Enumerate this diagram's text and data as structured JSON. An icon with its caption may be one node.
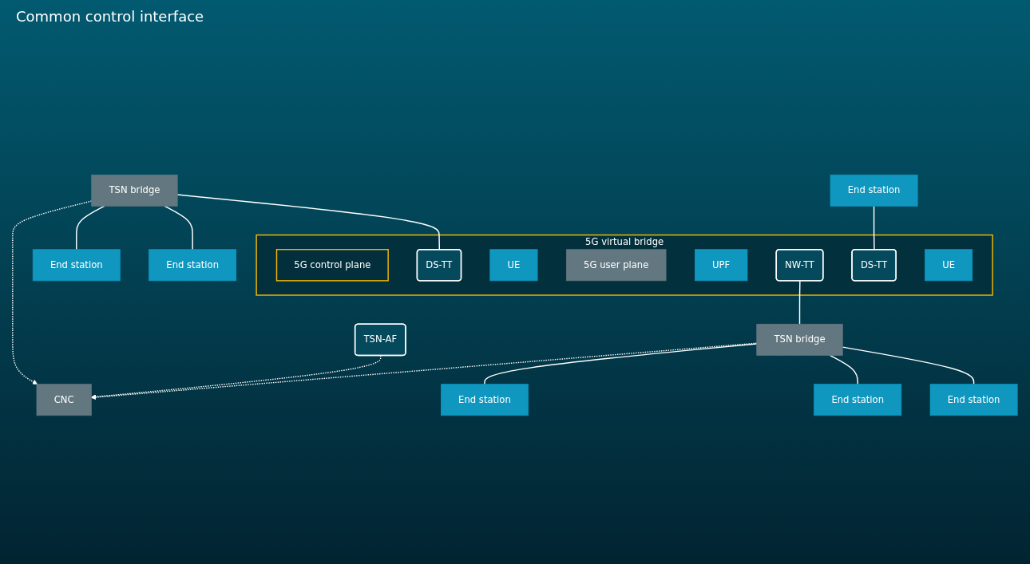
{
  "diagram": {
    "nodes": [
      {
        "text": [
          "CNC"
        ]
      },
      {
        "text": [
          "TSN-AF"
        ]
      },
      {
        "text": [
          "5G virtual bridge"
        ]
      },
      {
        "text": [
          "5G control plane"
        ],
        "in": 2
      },
      {
        "text": [
          "TSN bridge"
        ]
      },
      {
        "text": [
          "DS-TT"
        ],
        "in": 2
      },
      {
        "text": [
          "UE"
        ],
        "in": 2
      },
      {
        "text": [
          "5G user plane"
        ],
        "in": 2
      },
      {
        "text": [
          "UPF"
        ],
        "in": 2
      },
      {
        "text": [
          "NW-TT"
        ],
        "in": 2
      },
      {
        "text": [
          "TSN bridge"
        ]
      },
      {
        "text": [
          "End station"
        ]
      },
      {
        "text": [
          "End station"
        ]
      },
      {
        "text": [
          "DS-TT"
        ],
        "in": 2
      },
      {
        "text": [
          "UE"
        ],
        "in": 2
      },
      {
        "text": [
          "End station"
        ]
      },
      {
        "text": [
          "End station"
        ]
      },
      {
        "text": [
          "End station"
        ]
      },
      {
        "text": [
          "End station"
        ]
      }
    ],
    "edges": [
      {
        "from": 4,
        "to": 0,
        "arrow": "to",
        "style": "dashed"
      },
      {
        "from": 1,
        "to": 0,
        "arrow": "to",
        "style": "dashed"
      },
      {
        "from": 10,
        "to": 0,
        "arrow": "to",
        "style": "dashed"
      },
      {
        "from": 4,
        "to": 5,
        "arrow": "none"
      },
      {
        "from": 9,
        "to": 10,
        "arrow": "none"
      },
      {
        "from": 10,
        "to": 11,
        "arrow": "none"
      },
      {
        "from": 12,
        "to": 13,
        "arrow": "none"
      },
      {
        "from": 4,
        "to": 15,
        "arrow": "none"
      },
      {
        "from": 4,
        "to": 16,
        "arrow": "none"
      },
      {
        "from": 10,
        "to": 17,
        "arrow": "none"
      },
      {
        "from": 10,
        "to": 18,
        "arrow": "none"
      }
    ],
    "labels": [
      "Common control interface"
    ]
  }
}
